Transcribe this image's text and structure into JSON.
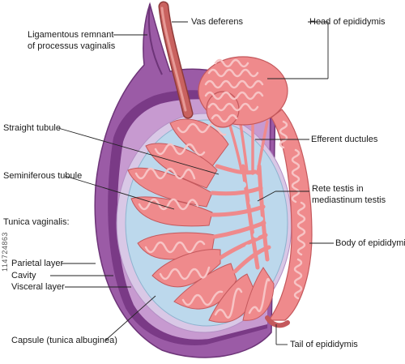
{
  "labels": {
    "vas_deferens": "Vas deferens",
    "head_epididymis": "Head of epididymis",
    "ligamentous_line1": "Ligamentous remnant",
    "ligamentous_line2": "of processus vaginalis",
    "straight_tubule": "Straight tubule",
    "efferent_ductules": "Efferent ductules",
    "seminiferous_tubule": "Seminiferous tubule",
    "rete_line1": "Rete testis in",
    "rete_line2": "mediastinum testis",
    "tunica_vaginalis": "Tunica vaginalis:",
    "body_epididymis": "Body of epididymis",
    "parietal_layer": "Parietal layer",
    "cavity": "Cavity",
    "visceral_layer": "Visceral layer",
    "capsule": "Capsule (tunica albuginea)",
    "tail_epididymis": "Tail of epididymis"
  },
  "watermark": "114724863",
  "colors": {
    "tunica_outer": "#9b5ba6",
    "tunica_dark": "#6d3478",
    "cavity": "#c79ad0",
    "capsule": "#d9c8e6",
    "testis_interior": "#bcd8ec",
    "lobule": "#ef8a8c",
    "tubule": "#f7b8b9",
    "vas": "#c9625f",
    "leader": "#222222"
  }
}
